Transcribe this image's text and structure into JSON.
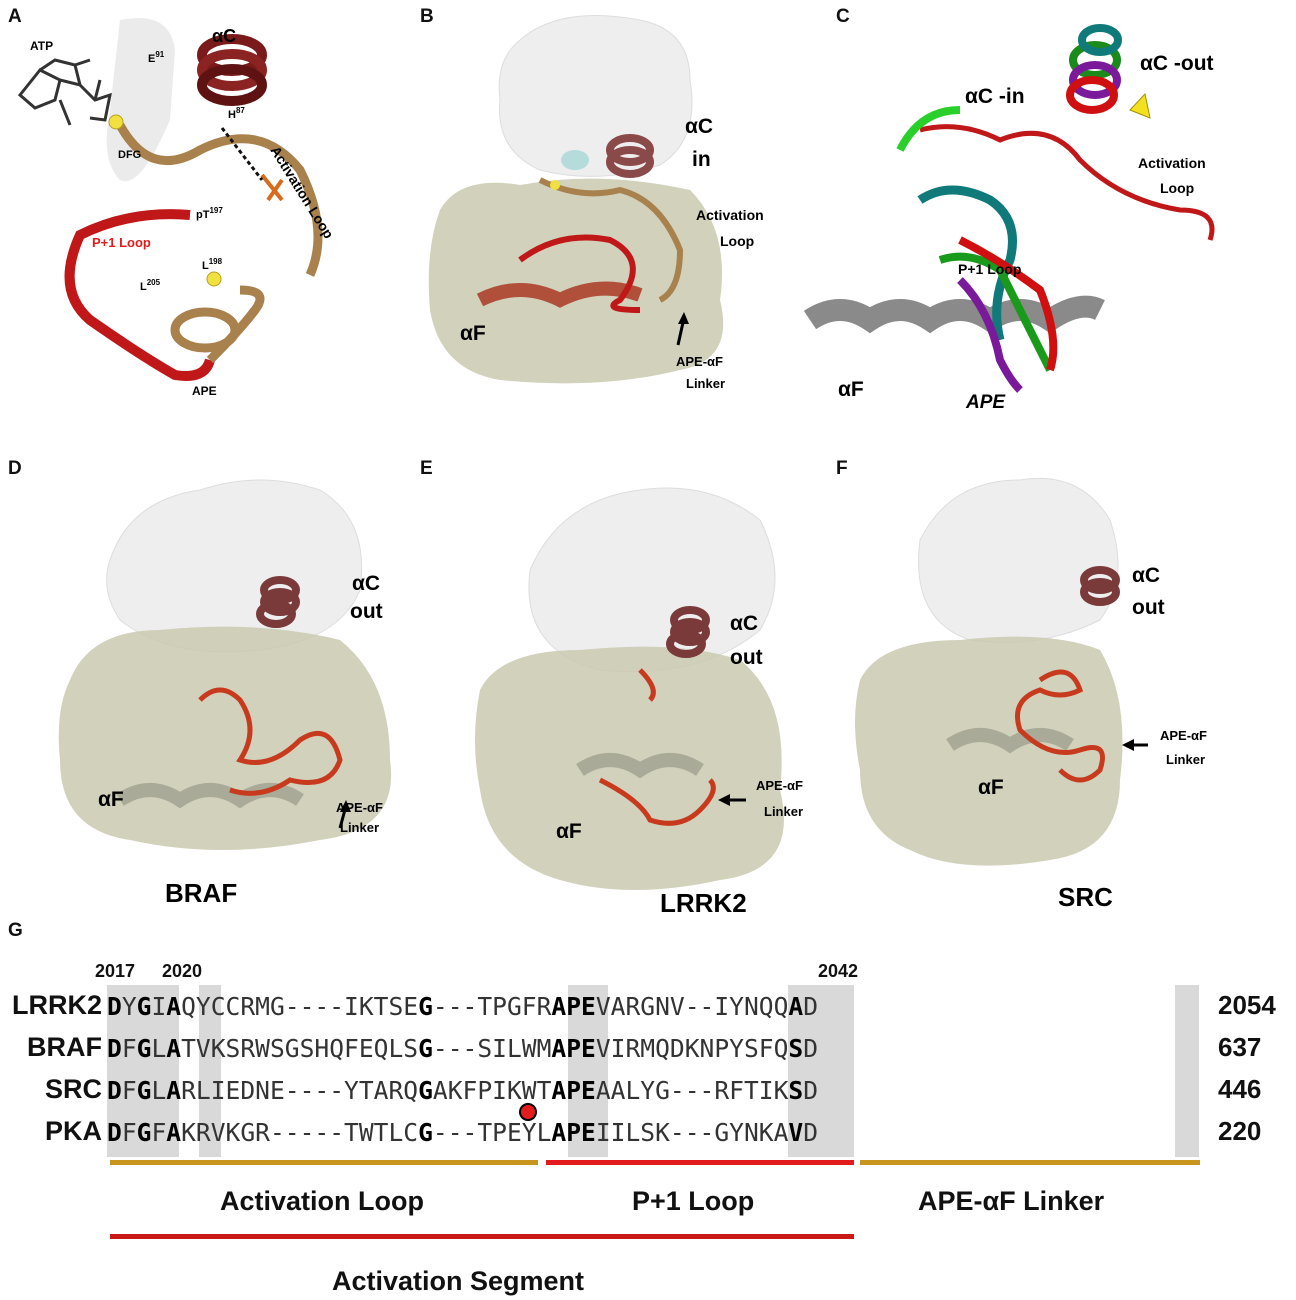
{
  "panels": {
    "A": {
      "letter": "A",
      "labels": {
        "atp": "ATP",
        "e91": "E",
        "e91_sup": "91",
        "ac": "αC",
        "h87": "H",
        "h87_sup": "87",
        "dfg": "DFG",
        "act_loop": "Activation Loop",
        "pt197": "pT",
        "pt197_sup": "197",
        "p1loop": "P+1 Loop",
        "l198": "L",
        "l198_sup": "198",
        "l205": "L",
        "l205_sup": "205",
        "ape": "APE"
      }
    },
    "B": {
      "letter": "B",
      "labels": {
        "ac": "αC",
        "ac2": "in",
        "act1": "Activation",
        "act2": "Loop",
        "af": "αF",
        "linker1": "APE-αF",
        "linker2": "Linker"
      }
    },
    "C": {
      "letter": "C",
      "labels": {
        "acin": "αC -in",
        "acout": "αC -out",
        "act1": "Activation",
        "act2": "Loop",
        "p1": "P+1 Loop",
        "af": "αF",
        "ape": "APE"
      }
    },
    "D": {
      "letter": "D",
      "labels": {
        "ac": "αC",
        "ac2": "out",
        "af": "αF",
        "linker1": "APE-αF",
        "linker2": "Linker"
      },
      "caption": "BRAF"
    },
    "E": {
      "letter": "E",
      "labels": {
        "ac": "αC",
        "ac2": "out",
        "af": "αF",
        "linker1": "APE-αF",
        "linker2": "Linker"
      },
      "caption": "LRRK2"
    },
    "F": {
      "letter": "F",
      "labels": {
        "ac": "αC",
        "ac2": "out",
        "af": "αF",
        "linker1": "APE-αF",
        "linker2": "Linker"
      },
      "caption": "SRC"
    },
    "G": {
      "letter": "G"
    }
  },
  "alignment": {
    "positions": [
      "2017",
      "2020",
      "2042"
    ],
    "rows": [
      {
        "name": "LRRK2",
        "seq": "DYGIAQYCCRMG----IKTSEG---TPGFRAPEVARGNV--IYNQQAD",
        "end": "2054"
      },
      {
        "name": "BRAF",
        "seq": "DFGLATVKSRWSGSHQFEQLSG---SILWMAPEVIRMQDKNPYSFQSD",
        "end": "637"
      },
      {
        "name": "SRC",
        "seq": "DFGLARLIEDNE----YTARQGAKFPIKWTAPEAALYG---RFTIKSD",
        "end": "446"
      },
      {
        "name": "PKA",
        "seq": "DFGFAKRVKGR-----TWTLCG---TPEYLAPEIILSK---GYNKAVD",
        "end": "220"
      }
    ],
    "segments": {
      "activation_loop": "Activation Loop",
      "p1_loop": "P+1 Loop",
      "linker": "APE-αF Linker",
      "activation_segment": "Activation Segment"
    },
    "colors": {
      "activation_loop": "#c8961e",
      "p1_loop": "#e21c1c",
      "linker": "#c8961e",
      "activation_segment": "#c81818",
      "shade": "#d9d9d9",
      "marker": "#e21c1c"
    }
  }
}
